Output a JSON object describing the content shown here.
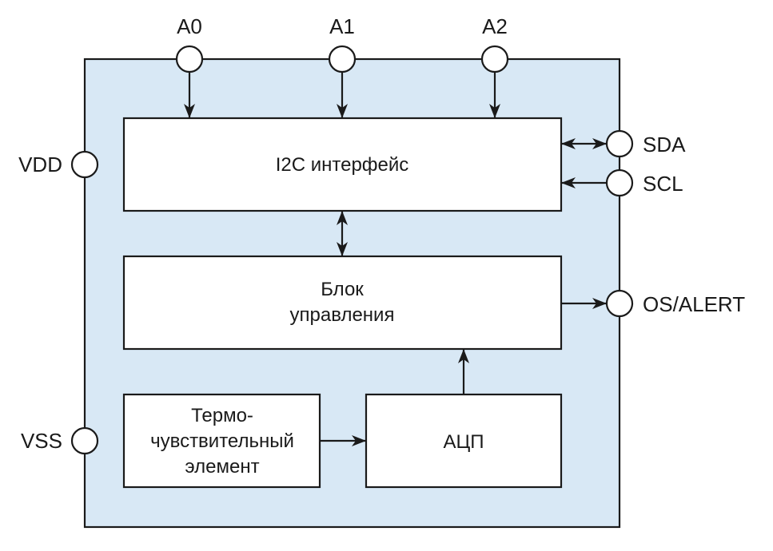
{
  "diagram": {
    "type": "block-diagram",
    "chip_fill": "#d8e8f5",
    "pins": {
      "top": [
        "A0",
        "A1",
        "A2"
      ],
      "left": [
        "VDD",
        "VSS"
      ],
      "right": [
        "SDA",
        "SCL",
        "OS/ALERT"
      ]
    },
    "blocks": {
      "i2c": "I2C интерфейс",
      "control": [
        "Блок",
        "управления"
      ],
      "sensor": [
        "Термо-",
        "чувствительный",
        "элемент"
      ],
      "adc": "АЦП"
    },
    "connections": [
      {
        "from": "A0",
        "to": "I2C интерфейс",
        "direction": "in"
      },
      {
        "from": "A1",
        "to": "I2C интерфейс",
        "direction": "in"
      },
      {
        "from": "A2",
        "to": "I2C интерфейс",
        "direction": "in"
      },
      {
        "from": "SDA",
        "to": "I2C интерфейс",
        "direction": "bidirectional"
      },
      {
        "from": "SCL",
        "to": "I2C интерфейс",
        "direction": "in"
      },
      {
        "from": "I2C интерфейс",
        "to": "Блок управления",
        "direction": "bidirectional"
      },
      {
        "from": "Блок управления",
        "to": "OS/ALERT",
        "direction": "out"
      },
      {
        "from": "АЦП",
        "to": "Блок управления",
        "direction": "out"
      },
      {
        "from": "Термочувствительный элемент",
        "to": "АЦП",
        "direction": "out"
      }
    ]
  }
}
